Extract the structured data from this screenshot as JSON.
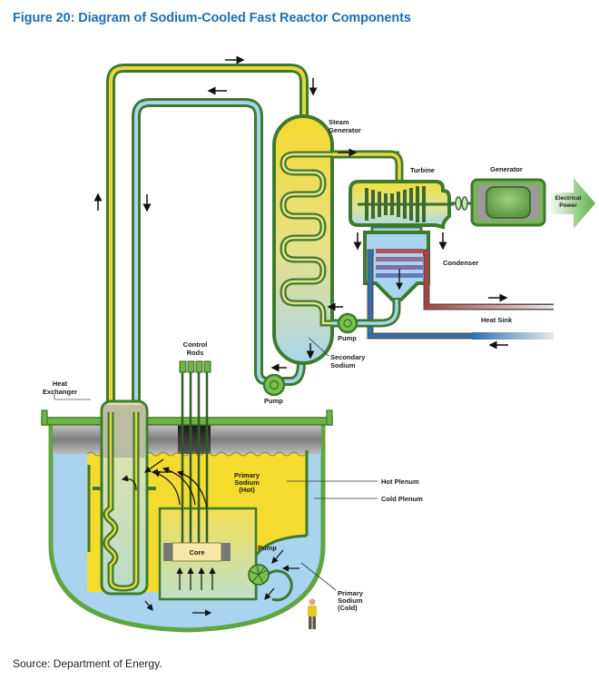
{
  "figure": {
    "title": "Figure 20: Diagram of Sodium-Cooled Fast Reactor Components",
    "source": "Source: Department of Energy."
  },
  "labels": {
    "steam_generator": [
      "Steam",
      "Generator"
    ],
    "turbine": "Turbine",
    "generator": "Generator",
    "electrical_power": [
      "Electrical",
      "Power"
    ],
    "condenser": "Condenser",
    "heat_sink": "Heat Sink",
    "pump_secondary_loop": "Pump",
    "pump_intermediate": "Pump",
    "secondary_sodium": [
      "Secondary",
      "Sodium"
    ],
    "control_rods": [
      "Control",
      "Rods"
    ],
    "heat_exchanger": [
      "Heat",
      "Exchanger"
    ],
    "primary_sodium_hot": [
      "Primary",
      "Sodium",
      "(Hot)"
    ],
    "hot_plenum": "Hot Plenum",
    "cold_plenum": "Cold Plenum",
    "core": "Core",
    "pump_primary": "Pump",
    "primary_sodium_cold": [
      "Primary",
      "Sodium",
      "(Cold)"
    ]
  },
  "colors": {
    "title": "#1f6fb4",
    "pipe_outline": "#3d7a2e",
    "pipe_green": "#6fb443",
    "hot_sodium": "#f4dc2e",
    "cold_sodium": "#a8d4ef",
    "heat_sink_hot": "#b23a3a",
    "heat_sink_cold": "#2f6fb0",
    "vessel_gray": "#8a8a8a"
  }
}
